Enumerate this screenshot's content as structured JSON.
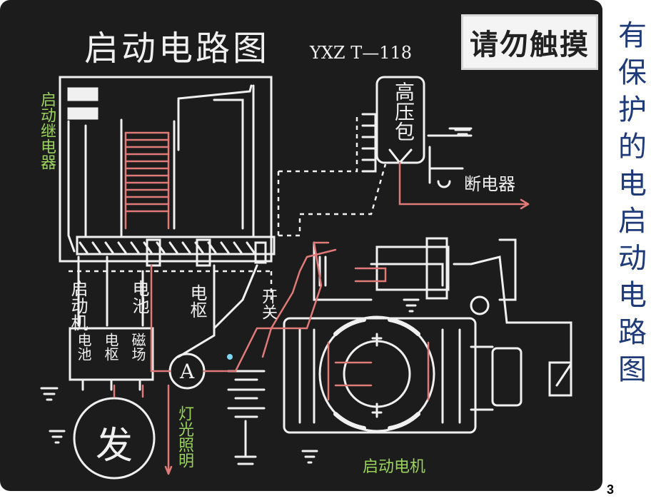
{
  "board_title": "启动电路图",
  "model": "YXZ T—118",
  "warning_sign": "请勿触摸",
  "side_title": "有保护的电启动电路图",
  "page_number": "3",
  "green_labels": {
    "relay": "启动继电器",
    "lighting": "灯光照明",
    "motor": "启动电机"
  },
  "chalk_labels": {
    "hv_package": "高压包",
    "breaker": "断电器",
    "starter": "启动机",
    "battery": "电池",
    "armature": "电枢",
    "switch": "开关",
    "terminal_battery": "电池",
    "terminal_armature": "电枢",
    "terminal_field": "磁场",
    "ammeter": "A",
    "generator": "发"
  },
  "colors": {
    "board": "#1c1c1c",
    "chalk": "#f0f0f0",
    "red_wire": "#e07a78",
    "green_text": "#9bd25a",
    "side_title": "#1f3a78"
  }
}
